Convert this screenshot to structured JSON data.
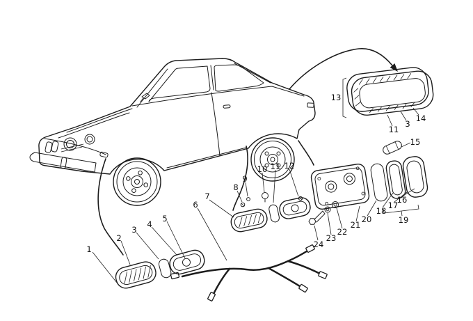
{
  "meta": {
    "background_color": "#ffffff",
    "line_color": "#1c1c1c"
  },
  "callout_labels": {
    "c1": "1",
    "c2": "2",
    "c3": "3",
    "c4": "4",
    "c5": "5",
    "c6": "6",
    "c7": "7",
    "c8": "8",
    "c9": "9",
    "c10": "10",
    "c11": "11",
    "c12": "12",
    "c13": "13",
    "c11b": "11",
    "c3b": "3",
    "c14": "14",
    "c15": "15",
    "c16": "16",
    "c17": "17",
    "c18": "18",
    "c19": "19",
    "c20": "20",
    "c21": "21",
    "c22": "22",
    "c23": "23",
    "c24": "24"
  }
}
